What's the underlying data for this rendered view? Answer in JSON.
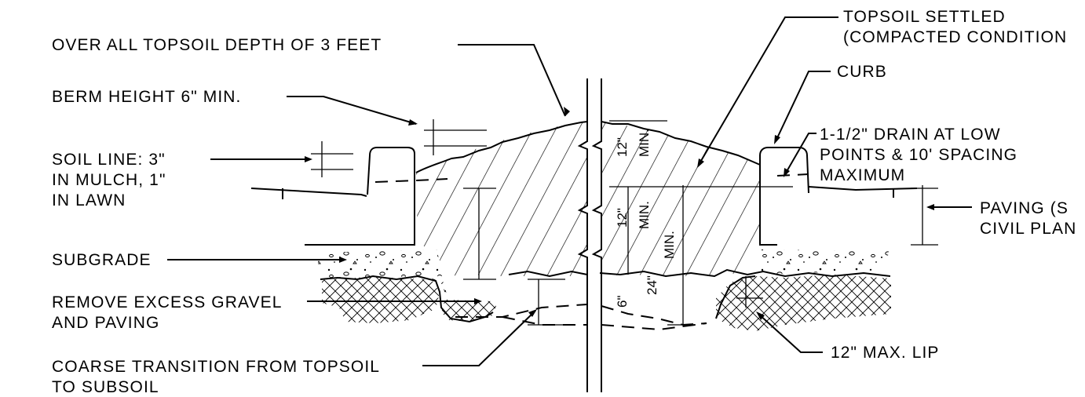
{
  "labels": {
    "topsoil_depth": "OVER ALL TOPSOIL DEPTH OF 3 FEET",
    "berm_height": "BERM HEIGHT 6\" MIN.",
    "soil_line_1": "SOIL LINE: 3\"",
    "soil_line_2": "IN MULCH, 1\"",
    "soil_line_3": "IN LAWN",
    "subgrade": "SUBGRADE",
    "remove_1": "REMOVE EXCESS GRAVEL",
    "remove_2": "AND PAVING",
    "coarse_1": "COARSE TRANSITION FROM TOPSOIL",
    "coarse_2": "TO SUBSOIL",
    "topsoil_settled_1": "TOPSOIL SETTLED",
    "topsoil_settled_2": "(COMPACTED CONDITION",
    "curb": "CURB",
    "drain_1": "1-1/2\" DRAIN AT LOW",
    "drain_2": "POINTS & 10' SPACING",
    "drain_3": "MAXIMUM",
    "paving_1": "PAVING (S",
    "paving_2": "CIVIL PLAN",
    "max_lip": "12\" MAX. LIP"
  },
  "dimensions": {
    "upper_12": "12\"",
    "upper_min": "MIN.",
    "middle_12": "12\"",
    "middle_min": "MIN.",
    "lower_6": "6\"",
    "depth_24": "24\"",
    "depth_min": "MIN."
  }
}
